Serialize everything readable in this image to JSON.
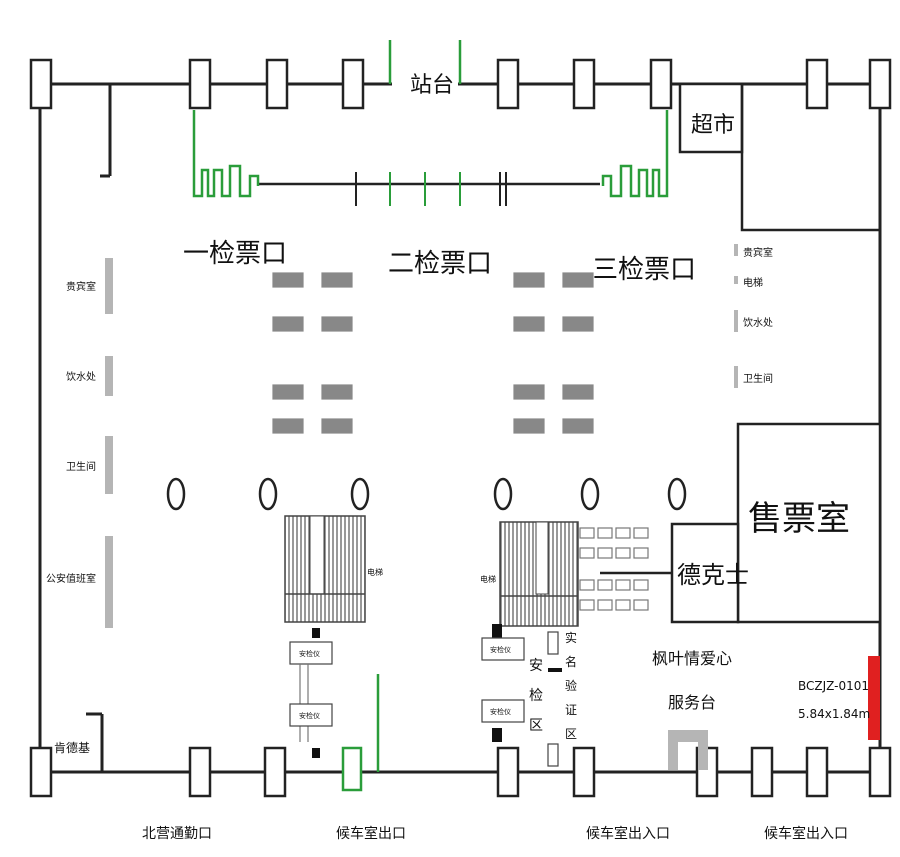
{
  "labels": {
    "platform": "站台",
    "supermarket": "超市",
    "gate1": "一检票口",
    "gate2": "二检票口",
    "gate3": "三检票口",
    "ticket_office": "售票室",
    "dicos": "德克士",
    "maple_service_line1": "枫叶情爱心",
    "maple_service_line2": "服务台",
    "billboard_code": "BCZJZ-0101",
    "billboard_size": "5.84x1.84m",
    "left_vip": "贵宾室",
    "left_water": "饮水处",
    "left_toilet": "卫生间",
    "left_police": "公安值班室",
    "nandeji": "肯德基",
    "right_vip": "贵宾室",
    "right_elevator": "电梯",
    "right_water": "饮水处",
    "right_toilet": "卫生间",
    "escalator_left": "电梯",
    "escalator_right": "电梯",
    "security_check": "安检仪",
    "security_area": [
      "安",
      "检",
      "区"
    ],
    "realname_check": [
      "实",
      "名",
      "验",
      "证",
      "区"
    ],
    "exit_north": "北营通勤口",
    "exit_waiting": "候车室出口",
    "entrance_waiting_1": "候车室出入口",
    "entrance_waiting_2": "候车室出入口"
  },
  "colors": {
    "wall": "#222222",
    "gate_green": "#2a9d3a",
    "billboard_red": "#e02020",
    "zone_gray": "#b5b5b5"
  }
}
